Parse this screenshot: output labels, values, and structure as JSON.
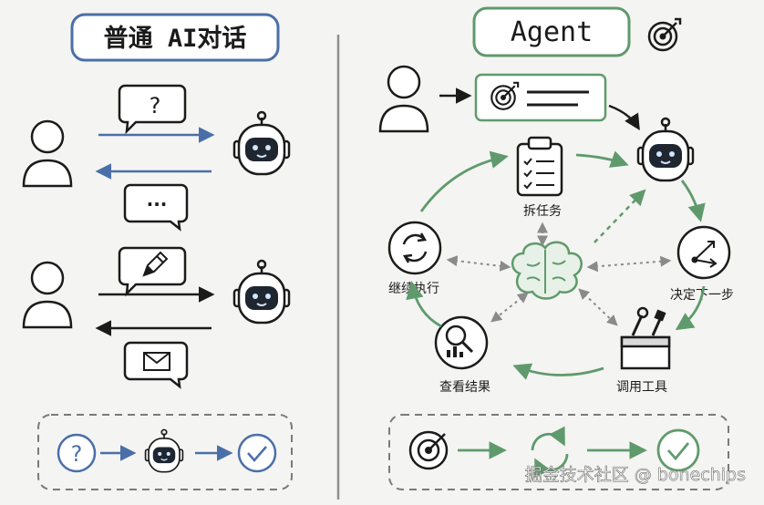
{
  "left_panel": {
    "title": "普通 AI对话",
    "question_mark": "?",
    "ellipsis": "···"
  },
  "right_panel": {
    "title": "Agent",
    "nodes": {
      "task": "拆任务",
      "decide": "决定下一步",
      "tools": "调用工具",
      "results": "查看结果",
      "continue": "继续执行"
    }
  },
  "bottom_left_flow": {
    "start_symbol": "?"
  },
  "watermark": "掘金技术社区 @ bonechips",
  "colors": {
    "blue": "#4a6fa8",
    "green": "#5f9a6c",
    "ink": "#1b1b1b",
    "robot_face": "#1f2630"
  }
}
